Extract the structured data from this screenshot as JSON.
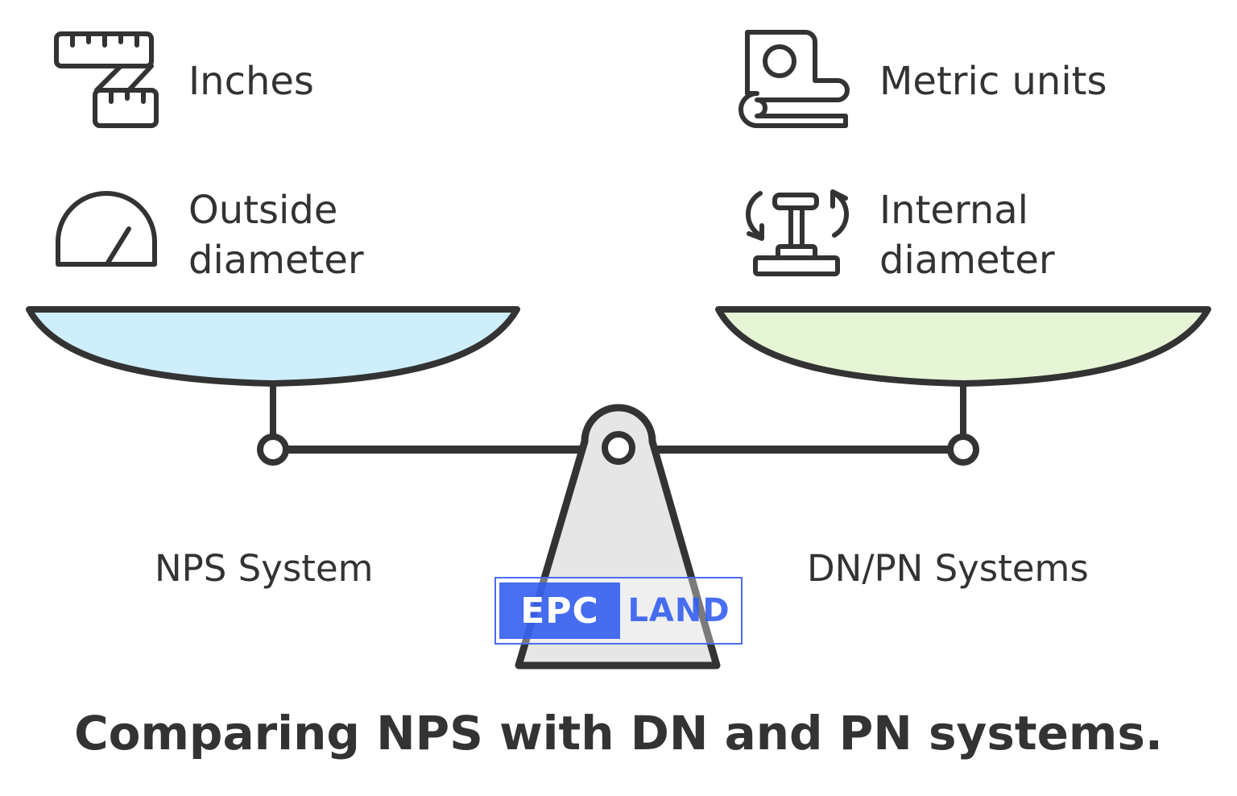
{
  "features": {
    "left_top": "Inches",
    "left_bottom_line1": "Outside",
    "left_bottom_line2": "diameter",
    "right_top": "Metric units",
    "right_bottom_line1": "Internal",
    "right_bottom_line2": "diameter"
  },
  "systems": {
    "left": "NPS System",
    "right": "DN/PN Systems"
  },
  "caption": "Comparing NPS with DN and PN systems.",
  "watermark": {
    "left_text": "EPC",
    "right_text": "LAND"
  },
  "colors": {
    "stroke": "#333333",
    "left_pan_fill": "#cdeefa",
    "right_pan_fill": "#e6f5d6",
    "fulcrum_fill": "#e6e6e6",
    "watermark_blue": "#2f5af0"
  },
  "icons": {
    "inches": "tape-ruler-icon",
    "outside_diameter": "gauge-icon",
    "metric": "tape-measure-icon",
    "internal_diameter": "piston-rotate-icon"
  }
}
